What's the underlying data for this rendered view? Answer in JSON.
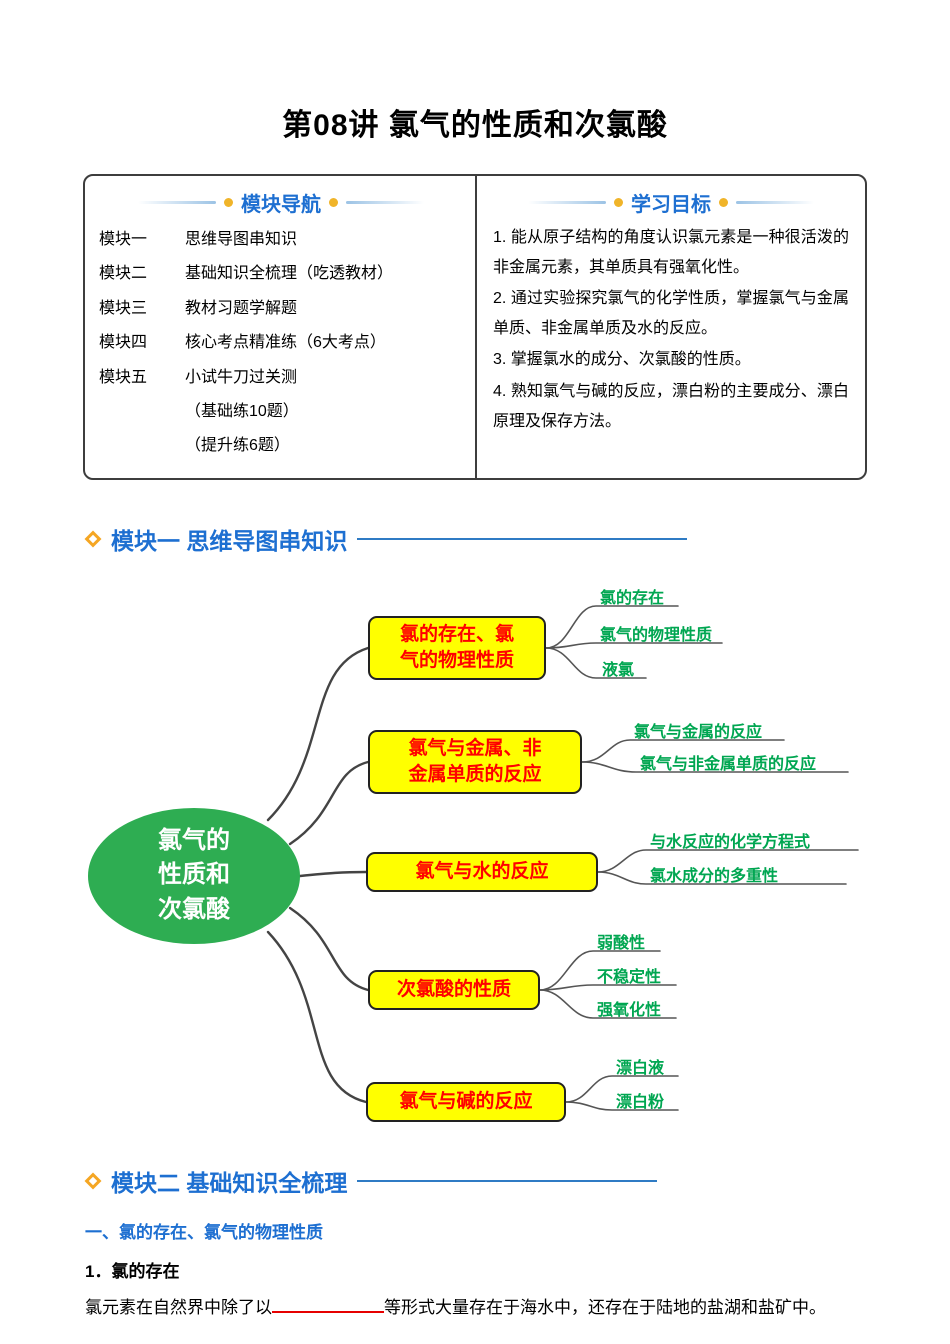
{
  "page": {
    "title": "第08讲 氯气的性质和次氯酸"
  },
  "colors": {
    "accent_blue": "#1d6fd1",
    "rule_blue": "#2f7bc4",
    "accent_orange": "#f0b429",
    "mindmap_center_green": "#2ead52",
    "node_yellow": "#ffff00",
    "node_text_red": "#ff0000",
    "leaf_text_green": "#00a651",
    "blank_underline_red": "#e60000"
  },
  "header_box": {
    "nav": {
      "title": "模块导航",
      "items": [
        {
          "label": "模块一",
          "text": "思维导图串知识"
        },
        {
          "label": "模块二",
          "text": "基础知识全梳理（吃透教材）"
        },
        {
          "label": "模块三",
          "text": "教材习题学解题"
        },
        {
          "label": "模块四",
          "text": "核心考点精准练（6大考点）"
        },
        {
          "label": "模块五",
          "text": "小试牛刀过关测"
        },
        {
          "label": "",
          "text": "（基础练10题）"
        },
        {
          "label": "",
          "text": "（提升练6题）"
        }
      ]
    },
    "objectives": {
      "title": "学习目标",
      "items": [
        "1. 能从原子结构的角度认识氯元素是一种很活泼的非金属元素，其单质具有强氧化性。",
        "2. 通过实验探究氯气的化学性质，掌握氯气与金属单质、非金属单质及水的反应。",
        "3. 掌握氯水的成分、次氯酸的性质。",
        "4. 熟知氯气与碱的反应，漂白粉的主要成分、漂白原理及保存方法。"
      ]
    }
  },
  "section_one": {
    "title": "模块一 思维导图串知识"
  },
  "mindmap": {
    "center": "氯气的\n性质和\n次氯酸",
    "branches": [
      {
        "label": "氯的存在、氯\n气的物理性质",
        "children": [
          "氯的存在",
          "氯气的物理性质",
          "液氯"
        ]
      },
      {
        "label": "氯气与金属、非\n金属单质的反应",
        "children": [
          "氯气与金属的反应",
          "氯气与非金属单质的反应"
        ]
      },
      {
        "label": "氯气与水的反应",
        "children": [
          "与水反应的化学方程式",
          "氯水成分的多重性"
        ]
      },
      {
        "label": "次氯酸的性质",
        "children": [
          "弱酸性",
          "不稳定性",
          "强氧化性"
        ]
      },
      {
        "label": "氯气与碱的反应",
        "children": [
          "漂白液",
          "漂白粉"
        ]
      }
    ]
  },
  "section_two": {
    "title": "模块二 基础知识全梳理"
  },
  "subsection": {
    "title": "一、氯的存在、氯气的物理性质"
  },
  "point_one": {
    "title": "1．氯的存在"
  },
  "body": {
    "before_blank": "氯元素在自然界中除了以",
    "after_blank": "等形式大量存在于海水中，还存在于陆地的盐湖和盐矿中。"
  }
}
